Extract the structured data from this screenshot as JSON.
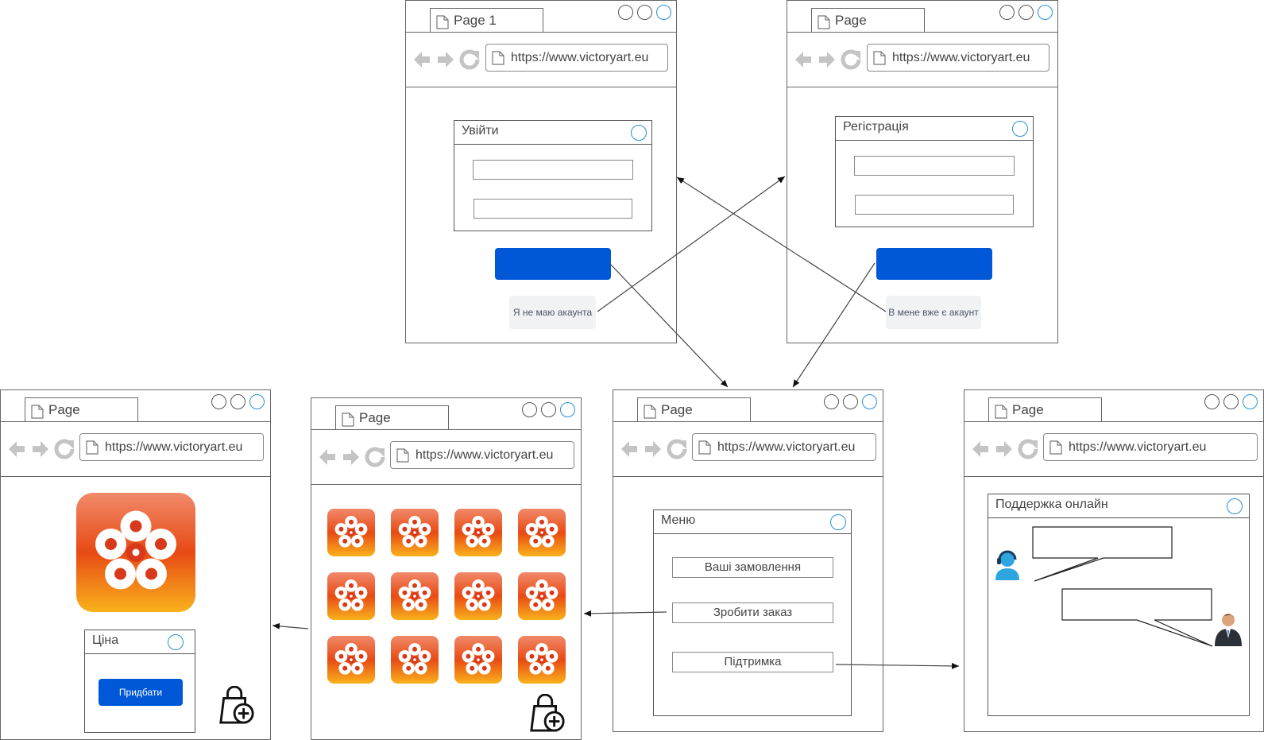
{
  "windows": {
    "login": {
      "tab": "Page 1",
      "url": "https://www.victoryart.eu",
      "dialog_title": "Увійти",
      "link": "Я не маю акаунта"
    },
    "register": {
      "tab": "Page",
      "url": "https://www.victoryart.eu",
      "dialog_title": "Регістрація",
      "link": "В мене вже є акаунт"
    },
    "product": {
      "tab": "Page",
      "url": "https://www.victoryart.eu",
      "dialog_title": "Ціна",
      "buy_label": "Придбати"
    },
    "catalog": {
      "tab": "Page",
      "url": "https://www.victoryart.eu",
      "item_count": 12,
      "columns": 4
    },
    "menu": {
      "tab": "Page",
      "url": "https://www.victoryart.eu",
      "dialog_title": "Меню",
      "items": [
        "Ваші замовлення",
        "Зробити заказ",
        "Підтримка"
      ]
    },
    "support": {
      "tab": "Page",
      "url": "https://www.victoryart.eu",
      "dialog_title": "Поддержка онлайн"
    }
  },
  "icons": {
    "app": "flower-app-icon",
    "bag": "shopping-bag-add-icon",
    "agent": "support-agent-icon",
    "user": "businessman-icon"
  },
  "colors": {
    "primary": "#0057d8",
    "accent_circle": "#2b8fd6",
    "link_bg": "#f1f2f4",
    "app_top": "#f08a6a",
    "app_bottom": "#f9b21c"
  }
}
